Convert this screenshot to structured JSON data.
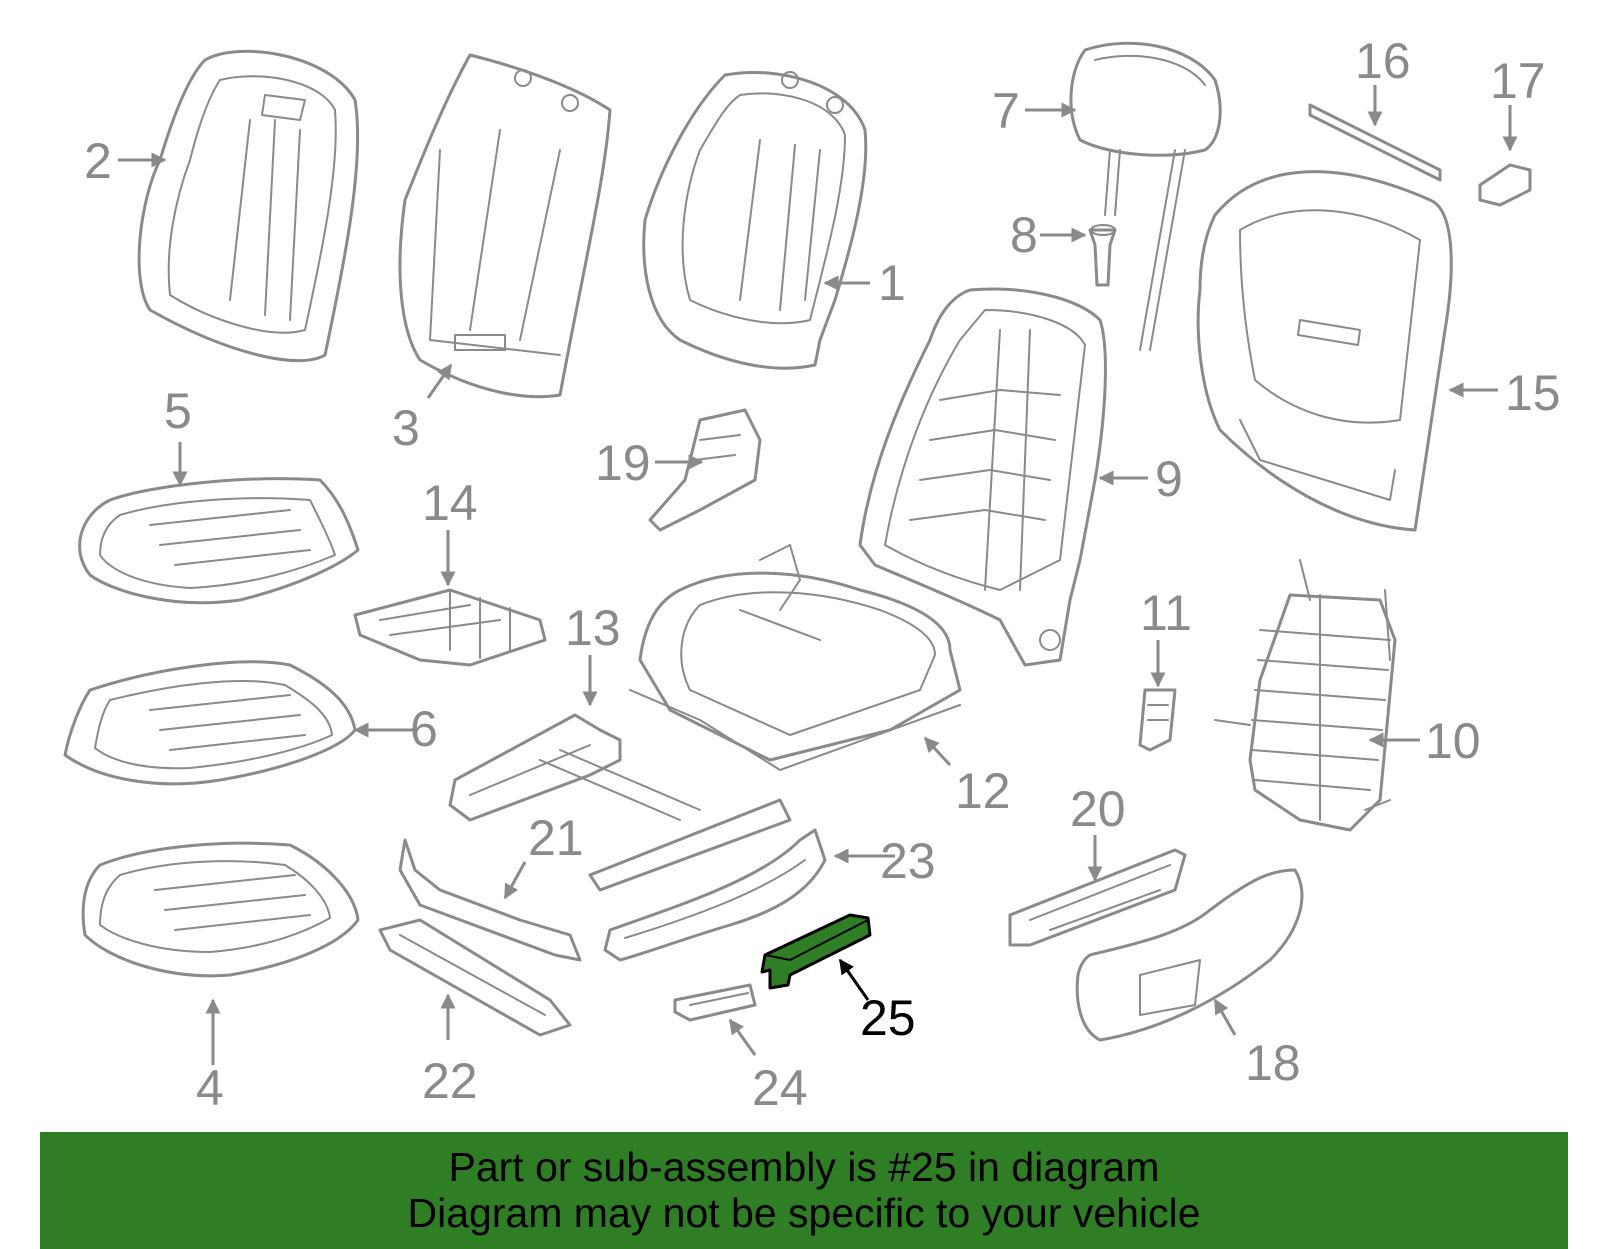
{
  "diagram": {
    "highlight_color": "#2f7d24",
    "part_color": "#8a8a8a",
    "highlighted_part": "25",
    "callouts": [
      "1",
      "2",
      "3",
      "4",
      "5",
      "6",
      "7",
      "8",
      "9",
      "10",
      "11",
      "12",
      "13",
      "14",
      "15",
      "16",
      "17",
      "18",
      "19",
      "20",
      "21",
      "22",
      "23",
      "24",
      "25"
    ]
  },
  "banner": {
    "line1": "Part or sub-assembly is #25 in diagram",
    "line2": "Diagram may not be specific to your vehicle"
  }
}
